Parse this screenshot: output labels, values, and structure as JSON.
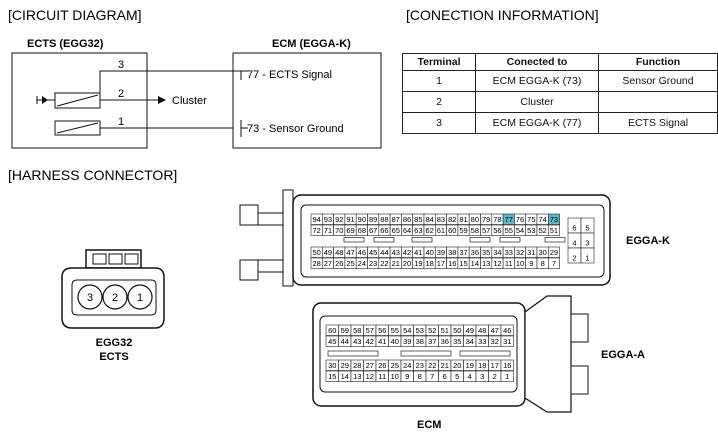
{
  "sections": {
    "circuit": "[CIRCUIT DIAGRAM]",
    "connection": "[CONECTION INFORMATION]",
    "harness": "[HARNESS CONNECTOR]"
  },
  "circuit": {
    "left_title": "ECTS (EGG32)",
    "right_title": "ECM (EGGA-K)",
    "wires": [
      {
        "left_num": "3",
        "right_label": "77 - ECTS Signal"
      },
      {
        "left_num": "2",
        "right_label": "Cluster"
      },
      {
        "left_num": "1",
        "right_label": "73 - Sensor Ground"
      }
    ]
  },
  "table": {
    "headers": [
      "Terminal",
      "Conected to",
      "Function"
    ],
    "rows": [
      [
        "1",
        "ECM EGGA-K (73)",
        "Sensor Ground"
      ],
      [
        "2",
        "Cluster",
        ""
      ],
      [
        "3",
        "ECM EGGA-K (77)",
        "ECTS Signal"
      ]
    ]
  },
  "ects_connector": {
    "pins": [
      "3",
      "2",
      "1"
    ],
    "label_line1": "EGG32",
    "label_line2": "ECTS"
  },
  "egga_k": {
    "label": "EGGA-K",
    "row1": [
      "94",
      "93",
      "92",
      "91",
      "90",
      "89",
      "88",
      "87",
      "86",
      "85",
      "84",
      "83",
      "82",
      "81",
      "80",
      "79",
      "78",
      "77",
      "76",
      "75",
      "74",
      "73"
    ],
    "row2": [
      "72",
      "71",
      "70",
      "69",
      "68",
      "67",
      "66",
      "65",
      "64",
      "63",
      "62",
      "61",
      "60",
      "59",
      "58",
      "57",
      "56",
      "55",
      "54",
      "53",
      "52",
      "51"
    ],
    "row3": [
      "50",
      "49",
      "48",
      "47",
      "46",
      "45",
      "44",
      "43",
      "42",
      "41",
      "40",
      "39",
      "38",
      "37",
      "36",
      "35",
      "34",
      "33",
      "32",
      "31",
      "30",
      "29"
    ],
    "row4": [
      "28",
      "27",
      "26",
      "25",
      "24",
      "23",
      "22",
      "21",
      "20",
      "19",
      "18",
      "17",
      "16",
      "15",
      "14",
      "13",
      "12",
      "11",
      "10",
      "9",
      "8",
      "7"
    ],
    "side": [
      [
        "6",
        "5"
      ],
      [
        "4",
        "3"
      ],
      [
        "2",
        "1"
      ]
    ],
    "highlighted": [
      "77",
      "73"
    ],
    "highlight_color": "#5bb8c7"
  },
  "egga_a": {
    "label": "EGGA-A",
    "row1": [
      "60",
      "59",
      "58",
      "57",
      "56",
      "55",
      "54",
      "53",
      "52",
      "51",
      "50",
      "49",
      "48",
      "47",
      "46"
    ],
    "row2": [
      "45",
      "44",
      "43",
      "42",
      "41",
      "40",
      "39",
      "38",
      "37",
      "36",
      "35",
      "34",
      "33",
      "32",
      "31"
    ],
    "row3": [
      "30",
      "29",
      "28",
      "27",
      "26",
      "25",
      "24",
      "23",
      "22",
      "21",
      "20",
      "19",
      "18",
      "17",
      "16"
    ],
    "row4": [
      "15",
      "14",
      "13",
      "12",
      "11",
      "10",
      "9",
      "8",
      "7",
      "6",
      "5",
      "4",
      "3",
      "2",
      "1"
    ]
  },
  "ecm_label": "ECM"
}
